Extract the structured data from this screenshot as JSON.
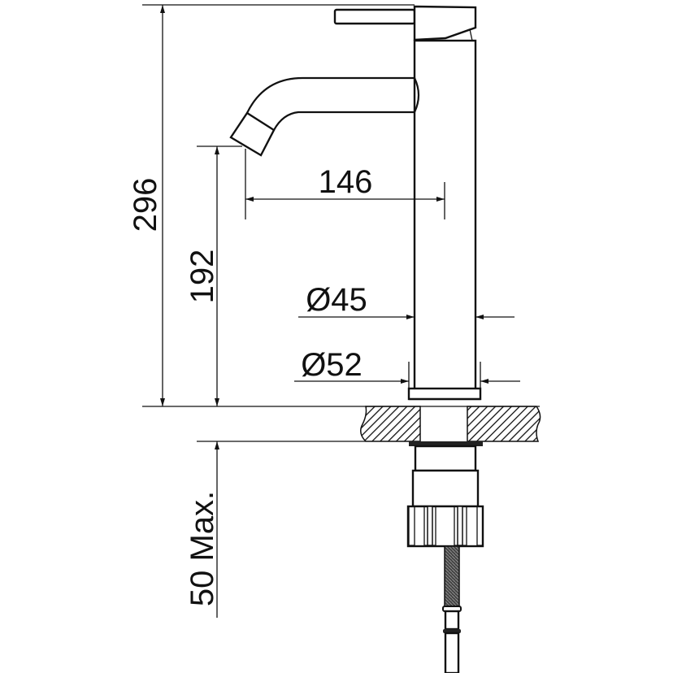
{
  "dimensions": {
    "total_height": "296",
    "spout_height": "192",
    "spout_reach": "146",
    "body_diameter": "Ø45",
    "base_diameter": "Ø52",
    "max_counter_thickness": "50 Max."
  },
  "colors": {
    "line": "#111111",
    "background": "#ffffff"
  }
}
